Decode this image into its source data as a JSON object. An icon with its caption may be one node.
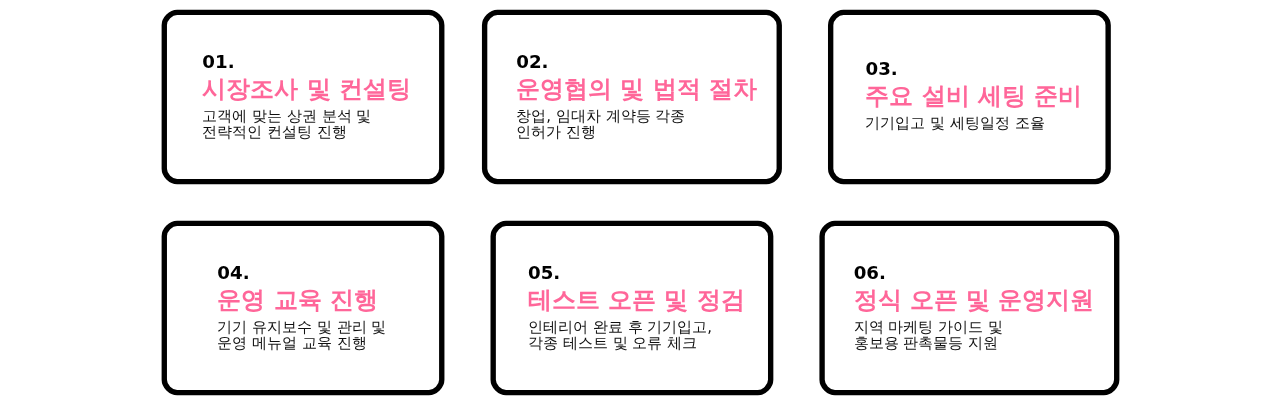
{
  "diagram": {
    "nodes": [
      {
        "text": [
          "01.",
          "시장조사 및 컨설팅",
          "고객에 맞는 상권 분석 및 전략적인 컨설팅 진행"
        ]
      },
      {
        "text": [
          "02.",
          "운영협의 및 법적 절차",
          "창업, 임대차 계약등 각종 인허가 진행"
        ]
      },
      {
        "text": [
          "03.",
          "주요 설비 세팅 준비",
          "기기입고 및 세팅일정 조율"
        ]
      },
      {
        "text": [
          "04.",
          "운영 교육 진행",
          "기기 유지보수 및 관리 및 운영 메뉴얼 교육 진행"
        ]
      },
      {
        "text": [
          "05.",
          "테스트 오픈 및 정검",
          "인테리어 완료 후 기기입고, 각종 테스트 및 오류 체크"
        ]
      },
      {
        "text": [
          "06.",
          "정식 오픈 및 운영지원",
          "지역 마케팅 가이드 및 홍보용 판촉물등 지원"
        ]
      }
    ]
  }
}
